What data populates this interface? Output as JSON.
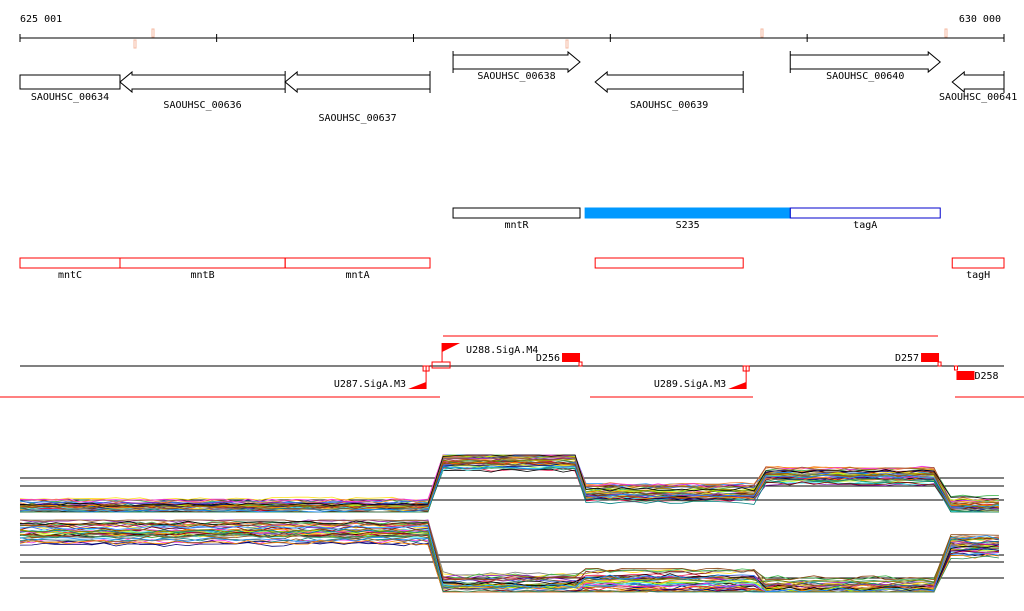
{
  "axis": {
    "start_label": "625 001",
    "end_label": "630 000",
    "start": 625001,
    "end": 630000,
    "tick_step": 1000
  },
  "genes": [
    {
      "label": "SAOUHSC_00634",
      "start": 625001,
      "end": 625509,
      "strand": "box",
      "row": "lower"
    },
    {
      "label": "SAOUHSC_00636",
      "start": 625509,
      "end": 626348,
      "strand": "-",
      "row": "lower"
    },
    {
      "label": "SAOUHSC_00637",
      "start": 626348,
      "end": 627084,
      "strand": "-",
      "row": "lower"
    },
    {
      "label": "SAOUHSC_00638",
      "start": 627201,
      "end": 627846,
      "strand": "+",
      "row": "upper"
    },
    {
      "label": "SAOUHSC_00639",
      "start": 627923,
      "end": 628675,
      "strand": "-",
      "row": "lower"
    },
    {
      "label": "SAOUHSC_00640",
      "start": 628914,
      "end": 629676,
      "strand": "+",
      "row": "upper"
    },
    {
      "label": "SAOUHSC_00641",
      "start": 629737,
      "end": 630000,
      "strand": "-",
      "row": "lower"
    }
  ],
  "annotations": [
    {
      "label": "mntR",
      "start": 627201,
      "end": 627846,
      "style": "black"
    },
    {
      "label": "S235",
      "start": 627872,
      "end": 628914,
      "style": "blue-fill"
    },
    {
      "label": "tagA",
      "start": 628914,
      "end": 629676,
      "style": "blue"
    }
  ],
  "red_features": [
    {
      "label": "mntC",
      "start": 625001,
      "end": 625509
    },
    {
      "label": "mntB",
      "start": 625509,
      "end": 626348
    },
    {
      "label": "mntA",
      "start": 626348,
      "end": 627084
    },
    {
      "label": "",
      "start": 627923,
      "end": 628675
    },
    {
      "label": "tagH",
      "start": 629737,
      "end": 630000
    }
  ],
  "promoters": [
    {
      "label": "U288.SigA.M4",
      "pos": 627135,
      "strand": "+"
    },
    {
      "label": "U287.SigA.M3",
      "pos": 627064,
      "strand": "-"
    },
    {
      "label": "U289.SigA.M3",
      "pos": 628690,
      "strand": "-"
    }
  ],
  "terminators": [
    {
      "label": "D256",
      "pos": 627846,
      "strand": "+"
    },
    {
      "label": "D257",
      "pos": 629670,
      "strand": "+"
    },
    {
      "label": "D258",
      "pos": 629850,
      "strand": "-"
    }
  ],
  "colors": {
    "red": "#ff0000",
    "blue": "#0099ff",
    "blue_outline": "#0000cc",
    "tick_mark": "#f4b8a0"
  },
  "profiles": {
    "breaks": [
      625001,
      627120,
      627846,
      628760,
      629700,
      630000
    ],
    "top_levels": [
      0.1,
      0.9,
      0.35,
      0.65,
      0.1
    ],
    "bottom_levels": [
      0.85,
      0.1,
      0.15,
      0.05,
      0.65
    ]
  }
}
